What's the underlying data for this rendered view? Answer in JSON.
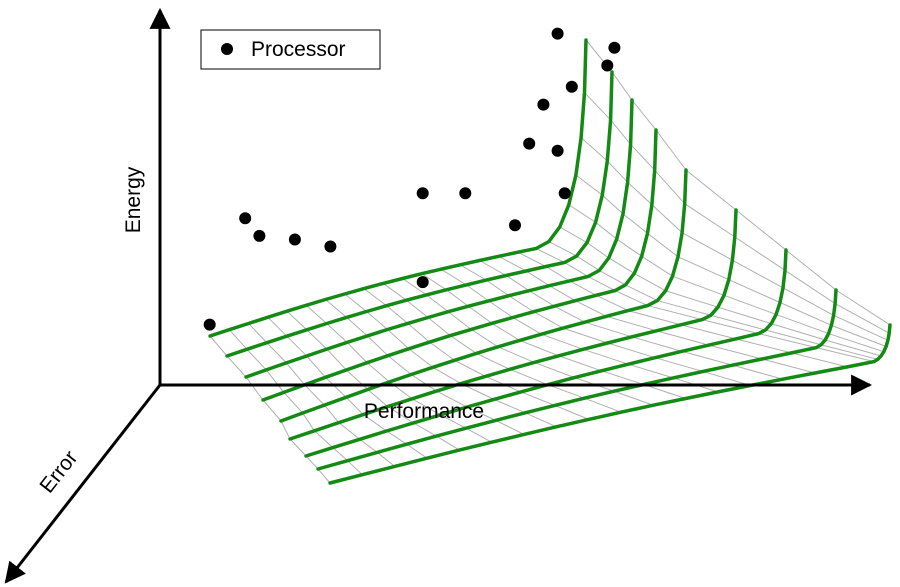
{
  "chart_data": {
    "type": "scatter",
    "title": "",
    "axes": {
      "x_label": "Performance",
      "y_label": "Energy",
      "z_label": "Error"
    },
    "legend": {
      "placement": "top-left",
      "entries": [
        {
          "label": "Processor",
          "marker": "filled-circle"
        }
      ]
    },
    "colors": {
      "surface_curve": "#138a13",
      "mesh": "#b0b0b0",
      "points": "#000000",
      "axes": "#000000"
    },
    "series": [
      {
        "name": "Processor",
        "points": [
          {
            "performance": 0.07,
            "energy": 0.17
          },
          {
            "performance": 0.12,
            "energy": 0.47
          },
          {
            "performance": 0.14,
            "energy": 0.42
          },
          {
            "performance": 0.19,
            "energy": 0.41
          },
          {
            "performance": 0.24,
            "energy": 0.39
          },
          {
            "performance": 0.37,
            "energy": 0.29
          },
          {
            "performance": 0.37,
            "energy": 0.54
          },
          {
            "performance": 0.43,
            "energy": 0.54
          },
          {
            "performance": 0.5,
            "energy": 0.45
          },
          {
            "performance": 0.52,
            "energy": 0.68
          },
          {
            "performance": 0.54,
            "energy": 0.79
          },
          {
            "performance": 0.56,
            "energy": 0.66
          },
          {
            "performance": 0.57,
            "energy": 0.54
          },
          {
            "performance": 0.58,
            "energy": 0.84
          },
          {
            "performance": 0.56,
            "energy": 0.99
          },
          {
            "performance": 0.63,
            "energy": 0.9
          },
          {
            "performance": 0.64,
            "energy": 0.95
          }
        ]
      }
    ],
    "surface": {
      "description_kind": "trade-off surface over performance, energy and error",
      "curve_count": 9,
      "mesh": true
    }
  }
}
